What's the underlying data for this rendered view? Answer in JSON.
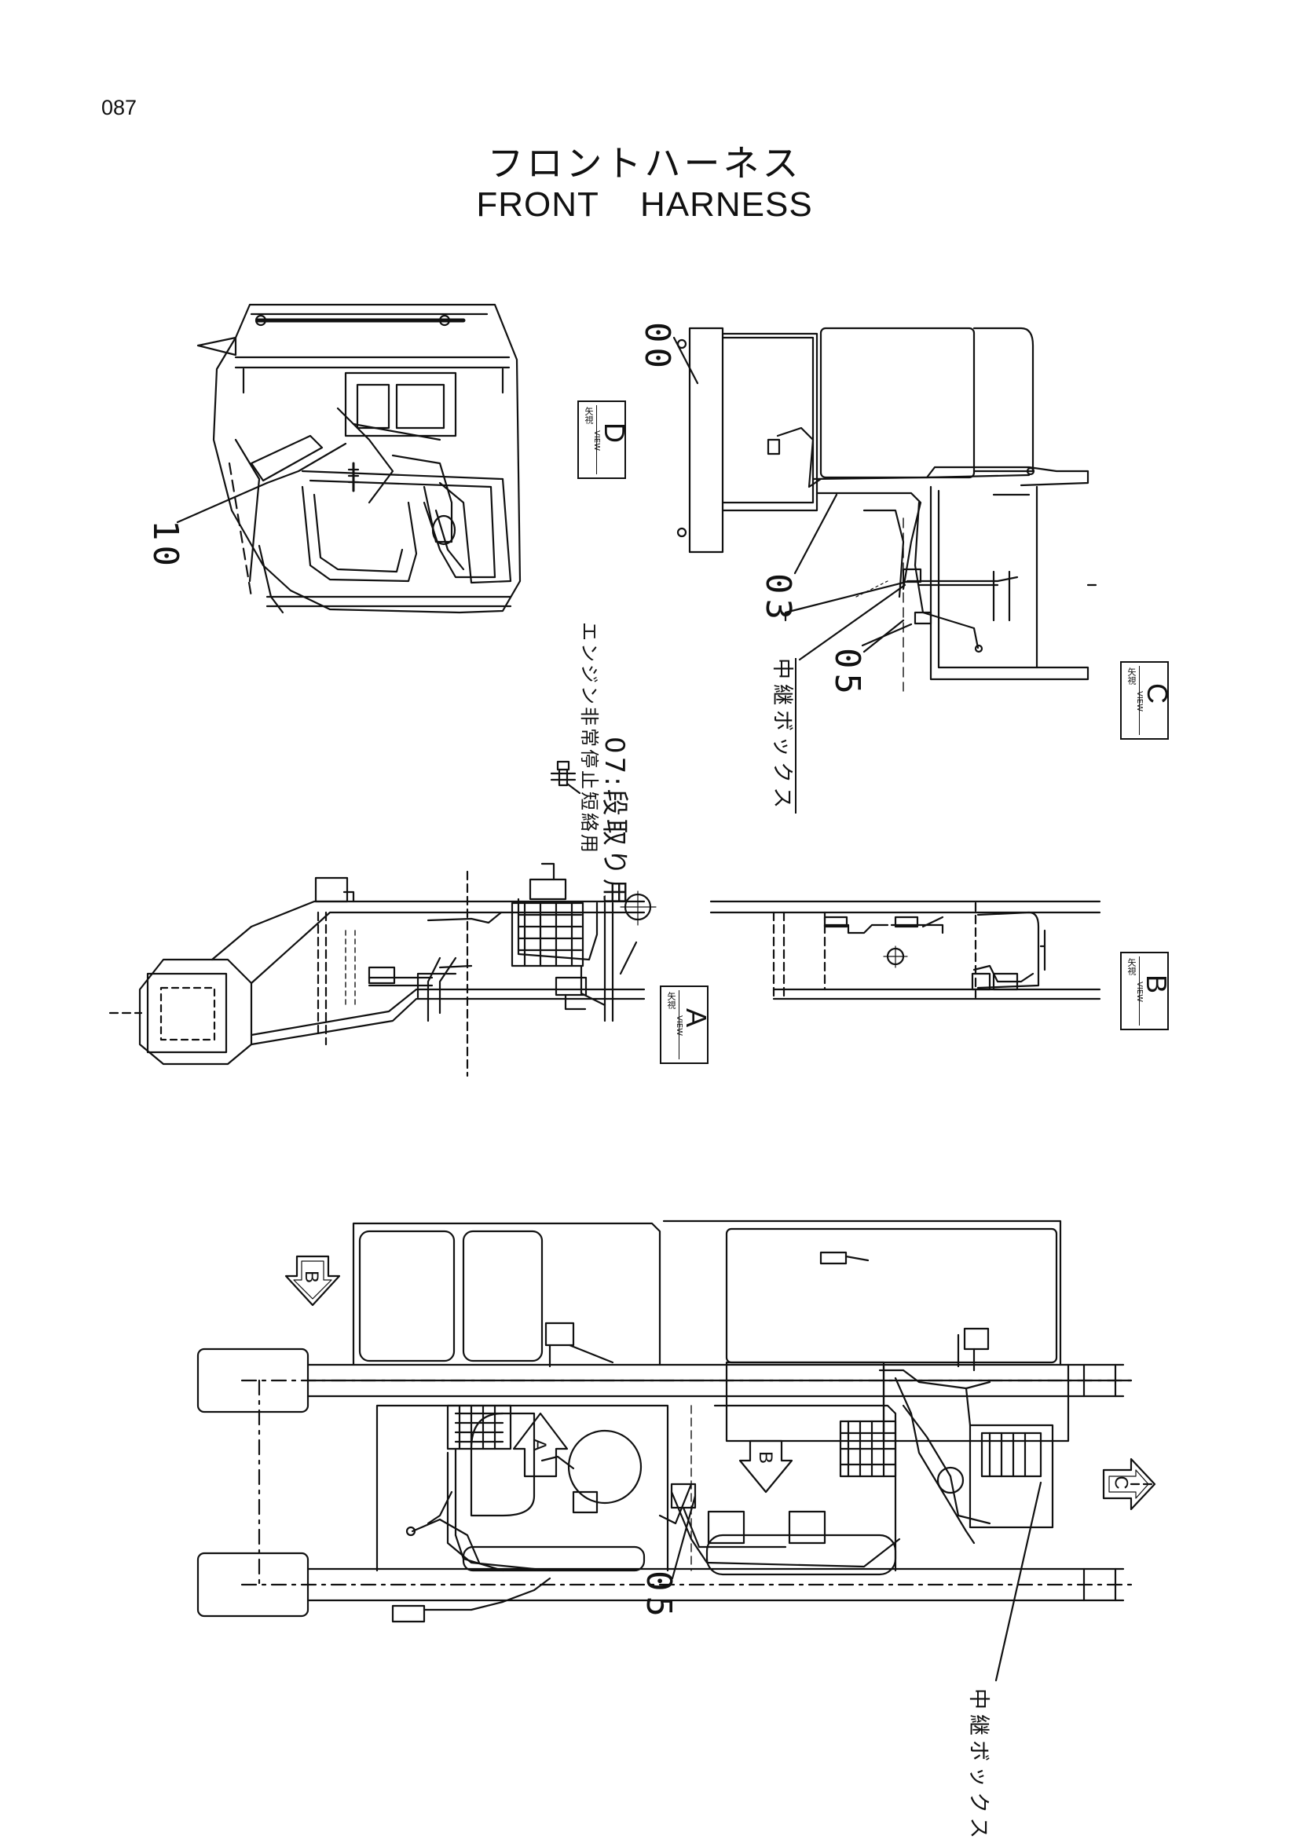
{
  "page": {
    "number": "087"
  },
  "title": {
    "jp": "フロントハーネス",
    "en": "FRONT    HARNESS"
  },
  "labels": {
    "p00": "00",
    "p03": "03",
    "p05_upper": "05",
    "p05_lower": "05",
    "p10": "10",
    "p07_line1": "07:段取り用",
    "p07_line2": "エンジン非常停止短絡用",
    "relay_box_upper": "中継ボックス",
    "relay_box_lower": "中継ボックス"
  },
  "views": {
    "kanji": "矢視",
    "word": "VIEW",
    "a": "A",
    "b": "B",
    "c": "C",
    "d": "D"
  },
  "arrows": {
    "b": "B",
    "a": "A",
    "c": "C"
  },
  "colors": {
    "ink": "#111111",
    "paper": "#ffffff"
  }
}
